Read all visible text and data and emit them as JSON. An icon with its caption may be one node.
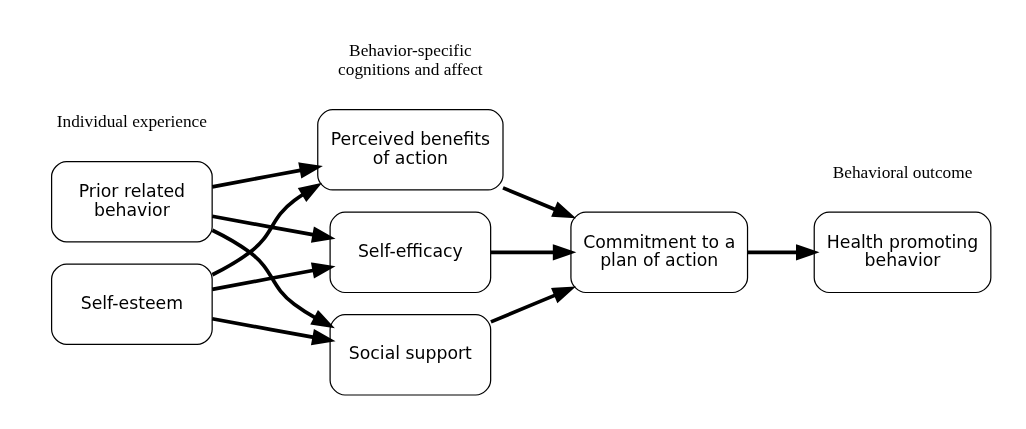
{
  "diagram": {
    "nodes": [
      {
        "text": [
          "Prior related behavior"
        ]
      },
      {
        "text": [
          "Self-esteem"
        ]
      },
      {
        "text": [
          "Perceived benefits of action"
        ]
      },
      {
        "text": [
          "Self-efficacy"
        ]
      },
      {
        "text": [
          "Social support"
        ]
      },
      {
        "text": [
          "Commitment to a plan of action"
        ]
      },
      {
        "text": [
          "Health promoting behavior"
        ]
      }
    ],
    "edges": [
      {
        "from": 0,
        "to": 2,
        "arrow": "to"
      },
      {
        "from": 0,
        "to": 3,
        "arrow": "to"
      },
      {
        "from": 0,
        "to": 4,
        "arrow": "to"
      },
      {
        "from": 1,
        "to": 2,
        "arrow": "to"
      },
      {
        "from": 1,
        "to": 3,
        "arrow": "to"
      },
      {
        "from": 1,
        "to": 4,
        "arrow": "to"
      },
      {
        "from": 2,
        "to": 5,
        "arrow": "to"
      },
      {
        "from": 3,
        "to": 5,
        "arrow": "to"
      },
      {
        "from": 4,
        "to": 5,
        "arrow": "to"
      },
      {
        "from": 5,
        "to": 6,
        "arrow": "to"
      }
    ],
    "labels": [
      "Individual experience",
      "Behavior-specific cognitions and affect",
      "Behavioral outcome"
    ]
  }
}
